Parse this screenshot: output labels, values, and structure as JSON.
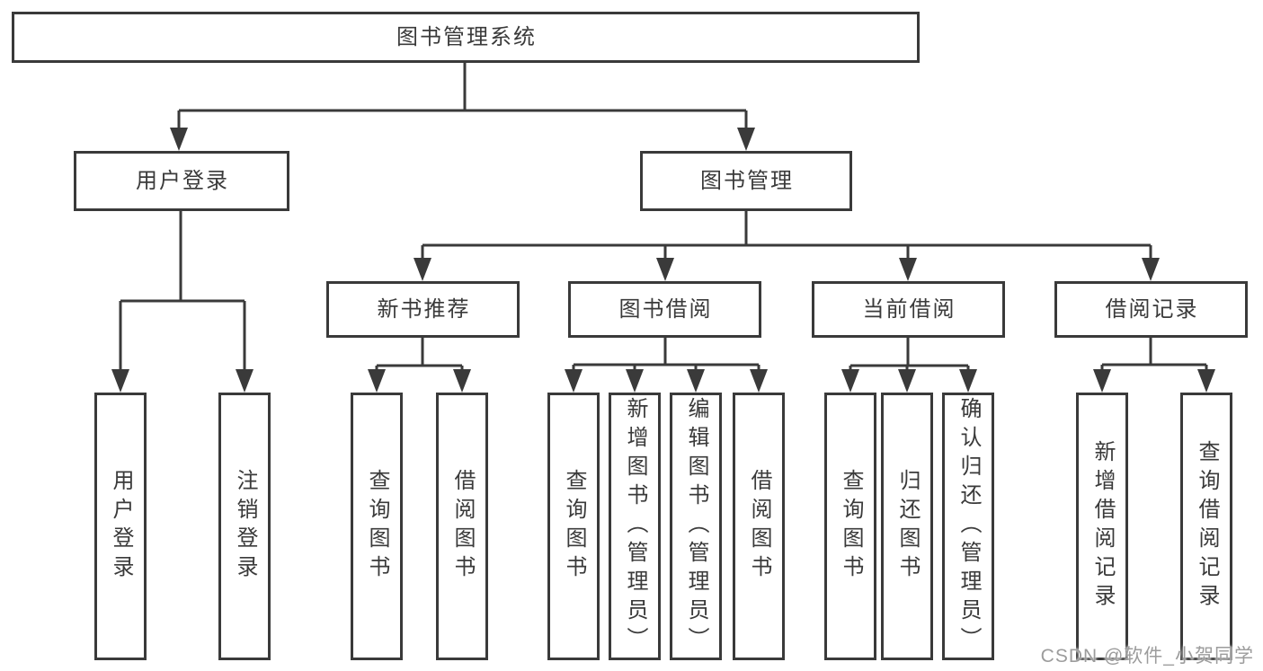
{
  "diagram": {
    "type": "tree",
    "line_color": "#3a3a3a",
    "background_color": "#ffffff",
    "root": {
      "label": "图书管理系统",
      "children": [
        {
          "label": "用户登录",
          "children": [
            {
              "label": "用户登录"
            },
            {
              "label": "注销登录"
            }
          ]
        },
        {
          "label": "图书管理",
          "children": [
            {
              "label": "新书推荐",
              "children": [
                {
                  "label": "查询图书"
                },
                {
                  "label": "借阅图书"
                }
              ]
            },
            {
              "label": "图书借阅",
              "children": [
                {
                  "label": "查询图书"
                },
                {
                  "label": "新增图书（管理员）"
                },
                {
                  "label": "编辑图书（管理员）"
                },
                {
                  "label": "借阅图书"
                }
              ]
            },
            {
              "label": "当前借阅",
              "children": [
                {
                  "label": "查询图书"
                },
                {
                  "label": "归还图书"
                },
                {
                  "label": "确认归还（管理员）"
                }
              ]
            },
            {
              "label": "借阅记录",
              "children": [
                {
                  "label": "新增借阅记录"
                },
                {
                  "label": "查询借阅记录"
                }
              ]
            }
          ]
        }
      ]
    }
  },
  "watermark": "CSDN @软件_小贺同学"
}
